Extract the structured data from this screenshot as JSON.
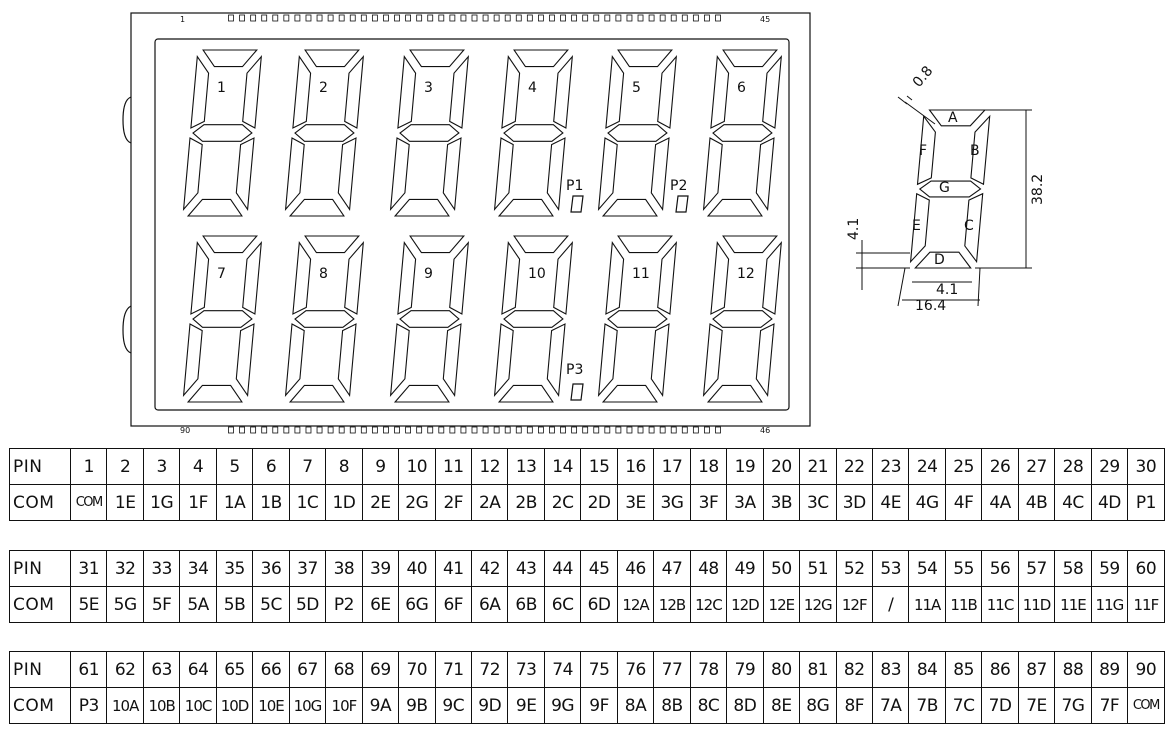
{
  "panel": {
    "pin_first_top": "1",
    "pin_last_top": "45",
    "pin_first_bottom": "90",
    "pin_last_bottom": "46",
    "digit_numbers": [
      "1",
      "2",
      "3",
      "4",
      "5",
      "6",
      "7",
      "8",
      "9",
      "10",
      "11",
      "12"
    ],
    "point_labels": [
      "P1",
      "P2",
      "P3"
    ]
  },
  "detail": {
    "segments": [
      "A",
      "B",
      "C",
      "D",
      "E",
      "F",
      "G"
    ],
    "dim_stroke": "0.8",
    "dim_height": "38.2",
    "dim_gap": "4.1",
    "dim_width_small": "4.1",
    "dim_width": "16.4"
  },
  "tables": [
    {
      "pin_header": "PIN",
      "com_header": "COM",
      "pins": [
        "1",
        "2",
        "3",
        "4",
        "5",
        "6",
        "7",
        "8",
        "9",
        "10",
        "11",
        "12",
        "13",
        "14",
        "15",
        "16",
        "17",
        "18",
        "19",
        "20",
        "21",
        "22",
        "23",
        "24",
        "25",
        "26",
        "27",
        "28",
        "29",
        "30"
      ],
      "coms": [
        "COM",
        "1E",
        "1G",
        "1F",
        "1A",
        "1B",
        "1C",
        "1D",
        "2E",
        "2G",
        "2F",
        "2A",
        "2B",
        "2C",
        "2D",
        "3E",
        "3G",
        "3F",
        "3A",
        "3B",
        "3C",
        "3D",
        "4E",
        "4G",
        "4F",
        "4A",
        "4B",
        "4C",
        "4D",
        "P1"
      ]
    },
    {
      "pin_header": "PIN",
      "com_header": "COM",
      "pins": [
        "31",
        "32",
        "33",
        "34",
        "35",
        "36",
        "37",
        "38",
        "39",
        "40",
        "41",
        "42",
        "43",
        "44",
        "45",
        "46",
        "47",
        "48",
        "49",
        "50",
        "51",
        "52",
        "53",
        "54",
        "55",
        "56",
        "57",
        "58",
        "59",
        "60"
      ],
      "coms": [
        "5E",
        "5G",
        "5F",
        "5A",
        "5B",
        "5C",
        "5D",
        "P2",
        "6E",
        "6G",
        "6F",
        "6A",
        "6B",
        "6C",
        "6D",
        "12A",
        "12B",
        "12C",
        "12D",
        "12E",
        "12G",
        "12F",
        "/",
        "11A",
        "11B",
        "11C",
        "11D",
        "11E",
        "11G",
        "11F"
      ]
    },
    {
      "pin_header": "PIN",
      "com_header": "COM",
      "pins": [
        "61",
        "62",
        "63",
        "64",
        "65",
        "66",
        "67",
        "68",
        "69",
        "70",
        "71",
        "72",
        "73",
        "74",
        "75",
        "76",
        "77",
        "78",
        "79",
        "80",
        "81",
        "82",
        "83",
        "84",
        "85",
        "86",
        "87",
        "88",
        "89",
        "90"
      ],
      "coms": [
        "P3",
        "10A",
        "10B",
        "10C",
        "10D",
        "10E",
        "10G",
        "10F",
        "9A",
        "9B",
        "9C",
        "9D",
        "9E",
        "9G",
        "9F",
        "8A",
        "8B",
        "8C",
        "8D",
        "8E",
        "8G",
        "8F",
        "7A",
        "7B",
        "7C",
        "7D",
        "7E",
        "7G",
        "7F",
        "COM"
      ]
    }
  ]
}
